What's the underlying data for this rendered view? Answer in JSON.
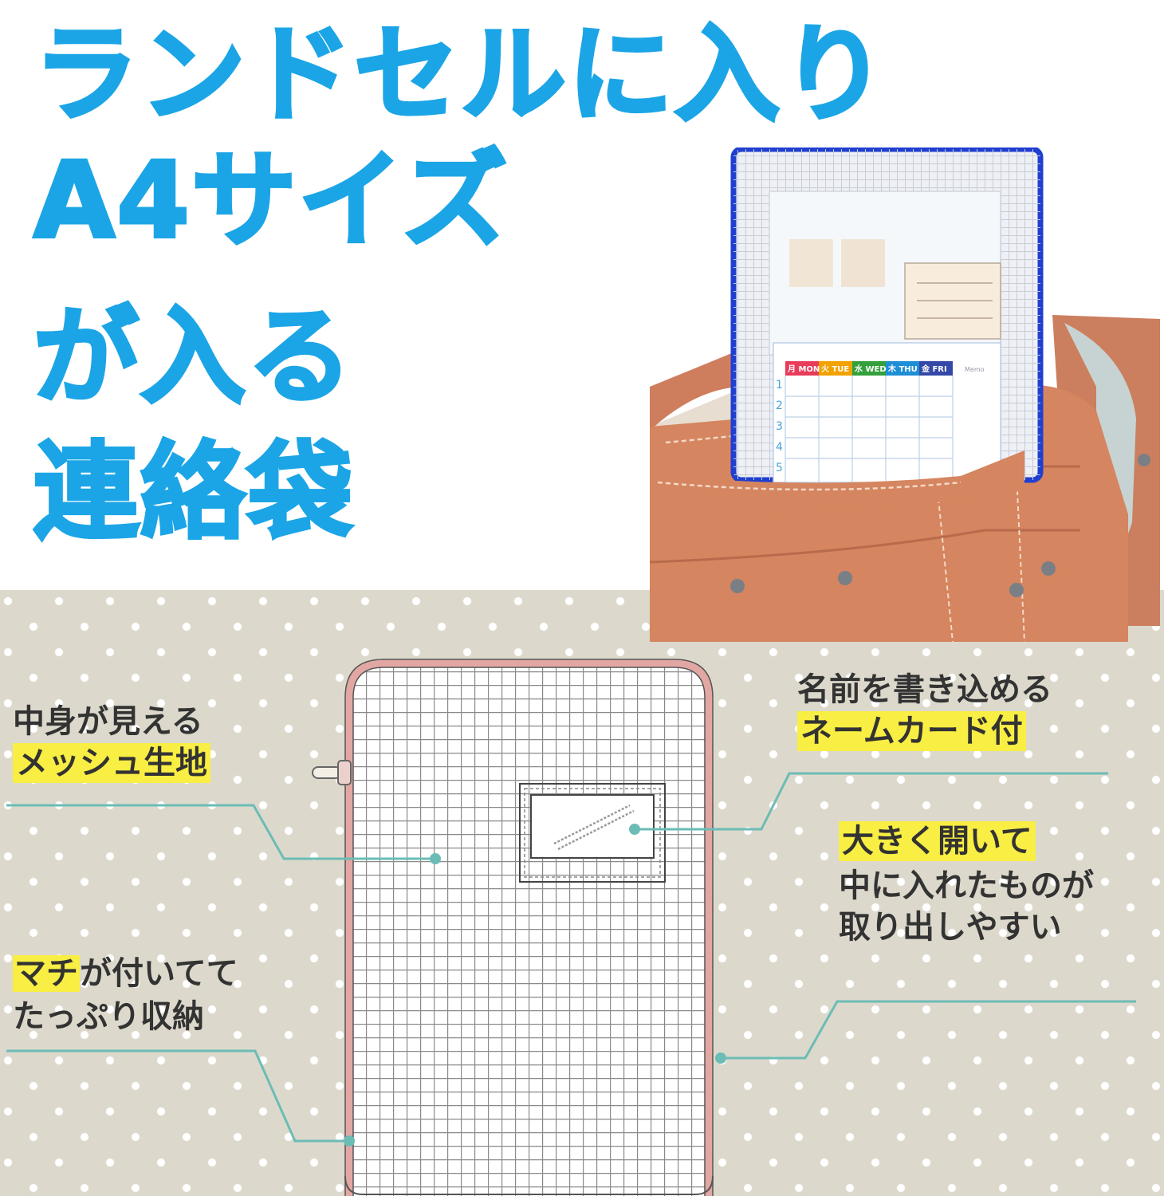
{
  "headline": {
    "line1": "ランドセルに入り",
    "line2": "A4サイズ",
    "line3": "が入る",
    "line4": "連絡袋",
    "color": "#1ba5e6"
  },
  "photo": {
    "timetable_headers": [
      "月 MON",
      "火 TUE",
      "水 WED",
      "木 THU",
      "金 FRI"
    ],
    "row_numbers": [
      "1",
      "2",
      "3",
      "4",
      "5"
    ],
    "memo": "Memo"
  },
  "callouts": {
    "mesh": {
      "line1": "中身が見える",
      "line2": "メッシュ生地"
    },
    "gusset": {
      "highlight": "マチ",
      "rest": "が付いてて",
      "line2": "たっぷり収納"
    },
    "namecard": {
      "line1": "名前を書き込める",
      "line2": "ネームカード付"
    },
    "open": {
      "line1": "大きく開いて",
      "line2": "中に入れたものが",
      "line3": "取り出しやすい"
    }
  },
  "colors": {
    "highlight": "#f9ee43",
    "leader_line": "#6cbcb6",
    "zipper": "#e3a7a3",
    "panel_background": "#dcd9cc"
  }
}
